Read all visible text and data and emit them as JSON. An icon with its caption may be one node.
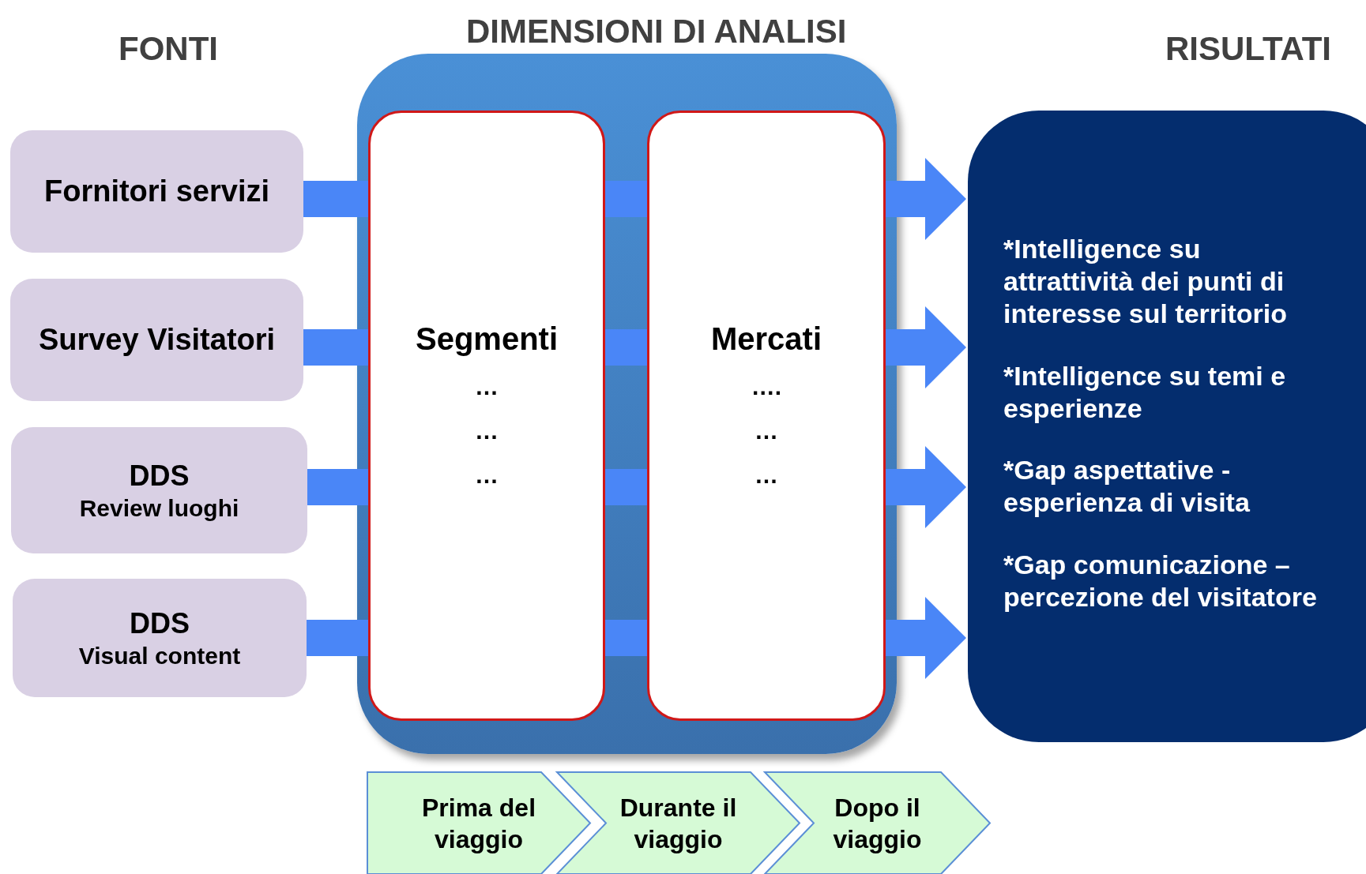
{
  "diagram": {
    "nodes": [
      {
        "text": [
          "Fornitori servizi"
        ]
      },
      {
        "text": [
          "Survey Visitatori"
        ]
      },
      {
        "text": [
          "DDS",
          "Review  luoghi"
        ]
      },
      {
        "text": [
          "DDS",
          "Visual content"
        ]
      },
      {
        "text": [],
        "shape": "box"
      },
      {
        "text": [
          "Segmenti",
          "…",
          "…",
          "…"
        ],
        "in": 4
      },
      {
        "text": [
          "Mercati",
          "….",
          "…",
          "…"
        ],
        "in": 4
      },
      {
        "text": [
          "*Intelligence su attrattività dei punti di interesse sul territorio",
          "*Intelligence su temi e esperienze",
          "*Gap aspettative - esperienza di visita",
          "*Gap comunicazione  – percezione del visitatore"
        ]
      },
      {
        "text": [
          "Prima del viaggio"
        ]
      },
      {
        "text": [
          "Durante il viaggio"
        ]
      },
      {
        "text": [
          "Dopo il viaggio"
        ]
      }
    ],
    "edges": [
      {
        "from": 0,
        "to": 5,
        "arrow": "none"
      },
      {
        "from": 1,
        "to": 5,
        "arrow": "none"
      },
      {
        "from": 2,
        "to": 5,
        "arrow": "none"
      },
      {
        "from": 3,
        "to": 5,
        "arrow": "none"
      },
      {
        "from": 5,
        "to": 6,
        "arrow": "none"
      },
      {
        "from": 5,
        "to": 6,
        "arrow": "none"
      },
      {
        "from": 5,
        "to": 6,
        "arrow": "none"
      },
      {
        "from": 5,
        "to": 6,
        "arrow": "none"
      },
      {
        "from": 6,
        "to": 7,
        "arrow": "to"
      },
      {
        "from": 6,
        "to": 7,
        "arrow": "to"
      },
      {
        "from": 6,
        "to": 7,
        "arrow": "to"
      },
      {
        "from": 6,
        "to": 7,
        "arrow": "to"
      }
    ],
    "labels": [
      "FONTI",
      "DIMENSIONI DI ANALISI",
      "RISULTATI"
    ]
  }
}
